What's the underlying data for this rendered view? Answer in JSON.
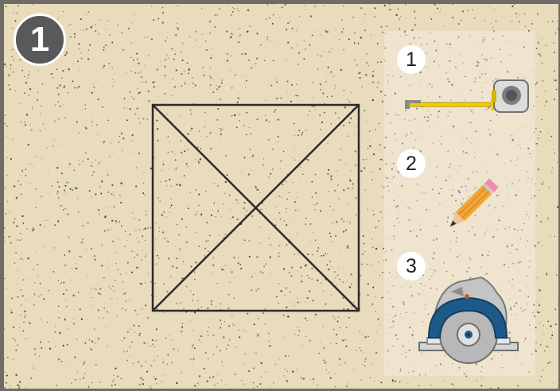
{
  "step_badge": {
    "label": "1"
  },
  "tools": [
    {
      "number": "1",
      "name": "tape-measure"
    },
    {
      "number": "2",
      "name": "pencil"
    },
    {
      "number": "3",
      "name": "circular-saw"
    }
  ],
  "colors": {
    "board": "#e9dcbc",
    "frame": "#6f6c67",
    "badge": "#58595b",
    "line": "#2b2b2b",
    "tape_yellow": "#f5d000",
    "pencil_orange": "#f3a638",
    "saw_blue": "#1d5a8a"
  }
}
